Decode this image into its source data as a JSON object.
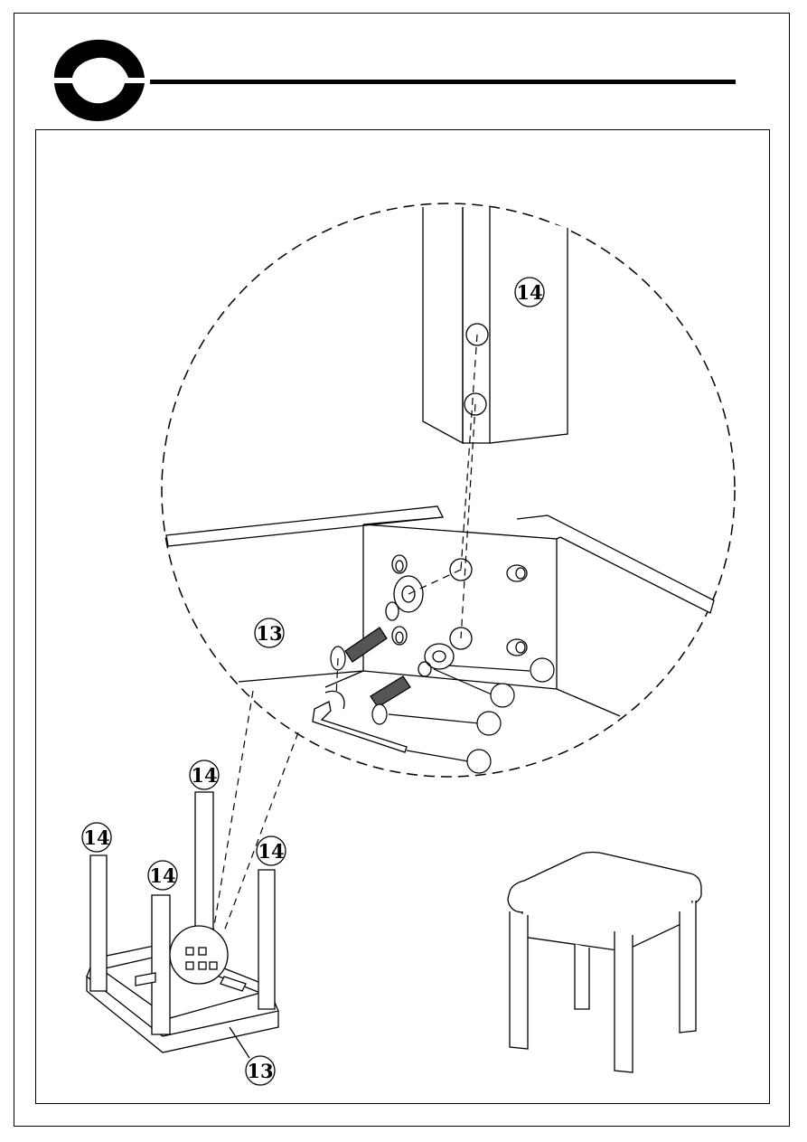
{
  "brand": {
    "logo_icon": "c-swirl-logo-icon"
  },
  "callouts": {
    "detail_leg": "14",
    "detail_frame": "13",
    "leg_a": "14",
    "leg_b": "14",
    "leg_c": "14",
    "leg_d": "14",
    "base_frame": "13"
  },
  "colors": {
    "ink": "#000000",
    "paper": "#ffffff"
  }
}
